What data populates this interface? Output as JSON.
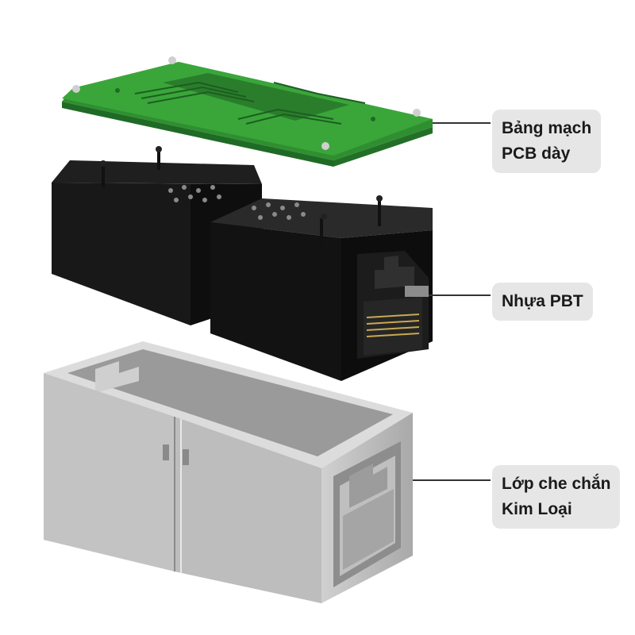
{
  "callouts": {
    "pcb": {
      "line1": "Bảng mạch",
      "line2": "PCB dày"
    },
    "pbt": {
      "line1": "Nhựa PBT"
    },
    "shield": {
      "line1": "Lớp che chắn",
      "line2": "Kim Loại"
    }
  },
  "colors": {
    "pcb": "#3aa63a",
    "pcb_dark": "#1f6b25",
    "pbt": "#141414",
    "shield": "#b9b9b9",
    "callout_bg": "#e6e6e6",
    "leader": "#333333"
  }
}
